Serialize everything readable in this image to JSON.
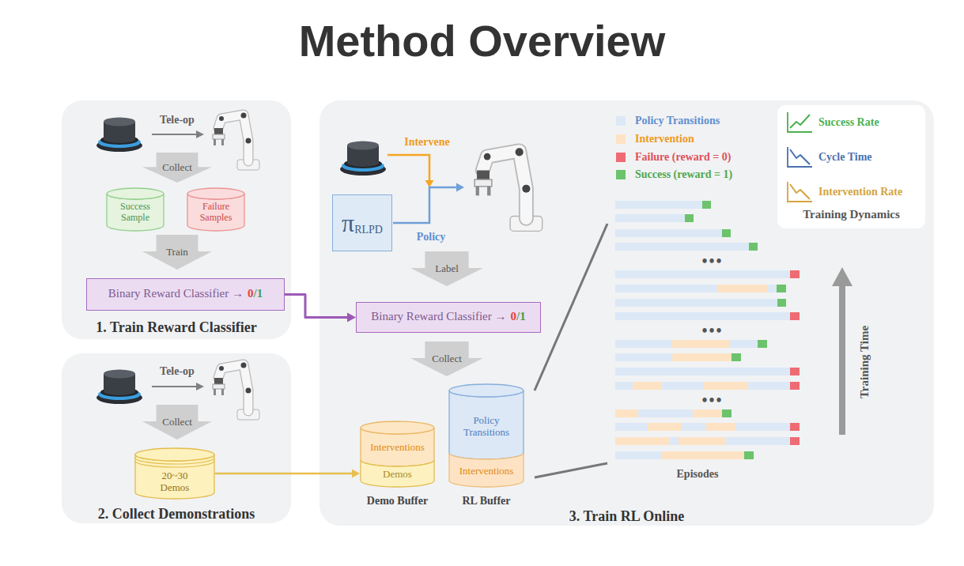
{
  "diagram": {
    "title": "Method Overview",
    "nodes": [
      {
        "text": [
          "1. Train Reward Classifier"
        ]
      },
      {
        "text": [
          "Collect"
        ],
        "in": 0
      },
      {
        "text": [
          "Success Sample"
        ],
        "in": 0
      },
      {
        "text": [
          "Failure Samples"
        ],
        "in": 0
      },
      {
        "text": [
          "Train"
        ],
        "in": 0
      },
      {
        "text": [
          "Binary Reward Classifier →",
          "0",
          "/1"
        ],
        "in": 0
      },
      {
        "text": [
          "2. Collect Demonstrations"
        ]
      },
      {
        "text": [
          "Collect"
        ],
        "in": 6
      },
      {
        "text": [
          "20~30 Demos"
        ],
        "in": 6
      },
      {
        "text": [
          "3. Train RL Online"
        ]
      },
      {
        "text": [
          "π",
          "RLPD"
        ],
        "in": 9
      },
      {
        "text": [
          "Label"
        ],
        "in": 9
      },
      {
        "text": [
          "Binary Reward Classifier →",
          "0",
          "/1"
        ],
        "in": 9
      },
      {
        "text": [
          "Collect"
        ],
        "in": 9
      },
      {
        "text": [
          "Interventions",
          "Demos",
          "Demo Buffer"
        ],
        "in": 9
      },
      {
        "text": [
          "Policy Transitions",
          "Interventions",
          "RL Buffer"
        ],
        "in": 9
      },
      {
        "text": [
          "Training Dynamics"
        ],
        "in": 9
      }
    ],
    "edges": [
      {
        "from": 5,
        "to": 12,
        "arrow": "to"
      },
      {
        "from": 8,
        "to": 14,
        "arrow": "to"
      }
    ],
    "labels": [
      "Tele-op",
      "Tele-op",
      "Intervene",
      "Policy",
      "•••",
      "•••",
      "•••",
      "Episodes",
      "Training Time"
    ],
    "legend": [
      {
        "text": "Policy Transitions",
        "color": "#dce8f6"
      },
      {
        "text": "Intervention",
        "color": "#fde3c4"
      },
      {
        "text": "Failure (reward = 0)",
        "color": "#ef6b73"
      },
      {
        "text": "Success (reward = 1)",
        "color": "#6cc36c"
      },
      {
        "text": "Success Rate"
      },
      {
        "text": "Cycle Time"
      },
      {
        "text": "Intervention Rate"
      }
    ]
  }
}
